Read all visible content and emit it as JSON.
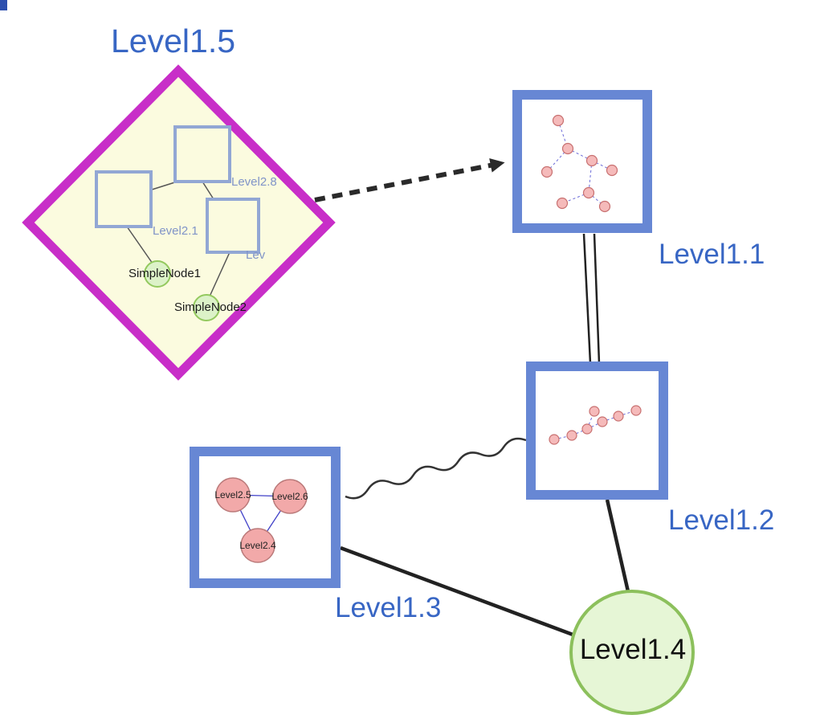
{
  "nodes": {
    "level1_5": {
      "label": "Level1.5",
      "shape": "diamond"
    },
    "level1_1": {
      "label": "Level1.1",
      "shape": "square"
    },
    "level1_2": {
      "label": "Level1.2",
      "shape": "square"
    },
    "level1_3": {
      "label": "Level1.3",
      "shape": "square"
    },
    "level1_4": {
      "label": "Level1.4",
      "shape": "circle"
    }
  },
  "diamond_children": {
    "level2_1": {
      "label": "Level2.1"
    },
    "level2_8": {
      "label": "Level2.8"
    },
    "level2_trunc": {
      "label": "Lev"
    },
    "simple_node1": {
      "label": "SimpleNode1"
    },
    "simple_node2": {
      "label": "SimpleNode2"
    }
  },
  "level1_3_children": {
    "level2_5": {
      "label": "Level2.5"
    },
    "level2_6": {
      "label": "Level2.6"
    },
    "level2_4": {
      "label": "Level2.4"
    }
  },
  "edges": {
    "l15_l11": {
      "style": "bold-dashed-arrow"
    },
    "l11_l12": {
      "style": "double-line"
    },
    "l13_l12": {
      "style": "wavy"
    },
    "l13_l14": {
      "style": "solid"
    },
    "l12_l14": {
      "style": "solid"
    }
  },
  "colors": {
    "diamond_border": "#c82ec8",
    "diamond_fill": "#fbfbdf",
    "square_node_border": "#6787d4",
    "inner_square_border": "#92a7d4",
    "label_blue": "#3866c4",
    "green_node_fill": "#e6f6d6",
    "green_node_border": "#8cc05c",
    "small_green_fill": "#dcf2c8",
    "small_green_border": "#93c95e",
    "pink_node_fill": "#f2a9a9",
    "pink_node_border": "#bb7a7a",
    "edge_black": "#2a2a2a",
    "mini_edge_blue": "#6b6bd8",
    "triangle_edge_blue": "#4040c8"
  }
}
